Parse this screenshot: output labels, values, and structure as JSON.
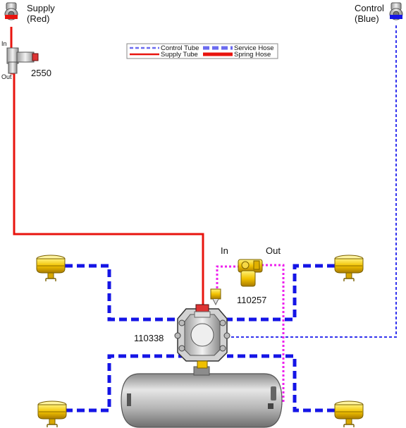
{
  "labels": {
    "supply": "Supply",
    "supply_color": "(Red)",
    "control": "Control",
    "control_color": "(Blue)",
    "gladhand_in": "In",
    "gladhand_out": "Out",
    "part_2550": "2550",
    "part_110257": "110257",
    "part_110338": "110338",
    "valve_in": "In",
    "valve_out": "Out"
  },
  "legend": {
    "control_tube": "Control Tube",
    "supply_tube": "Supply Tube",
    "service_hose": "Service Hose",
    "spring_hose": "Spring Hose"
  },
  "colors": {
    "supply_red": "#e8140e",
    "control_blue": "#1515e6",
    "control_tube_blue": "#8080f0",
    "pink": "#ee22ee",
    "brass": "#f0c000",
    "tank_gray": "#b5b5b5"
  }
}
